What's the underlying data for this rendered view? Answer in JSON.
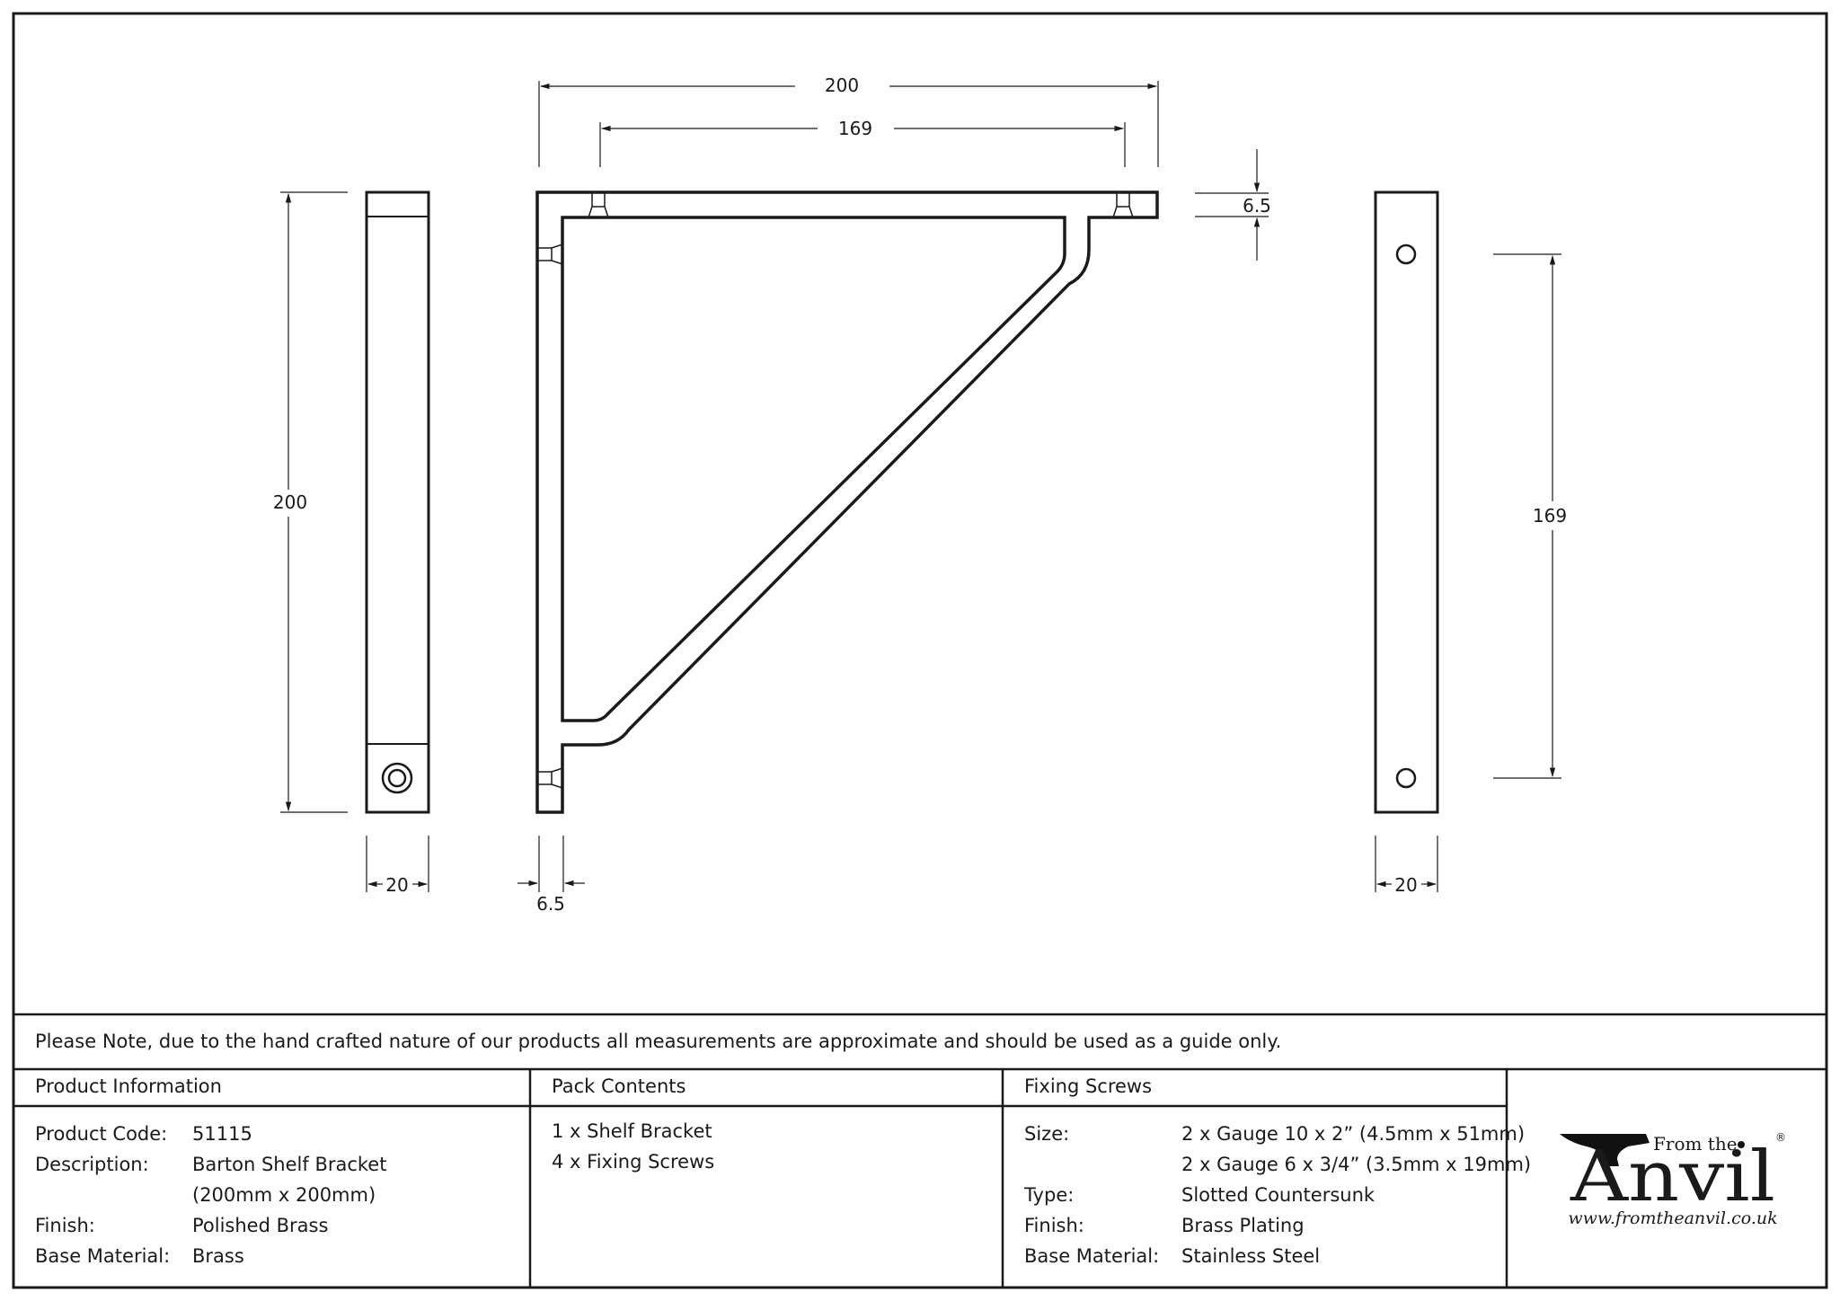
{
  "drawing": {
    "dimensions": {
      "front_width": "200",
      "front_hole_spacing": "169",
      "front_thickness": "6.5",
      "front_bottom_thickness": "6.5",
      "side_height": "200",
      "side_width": "20",
      "back_hole_spacing": "169",
      "back_width": "20"
    }
  },
  "note": "Please Note, due to the hand crafted nature of our products all measurements are approximate and should be used as a guide only.",
  "product_info": {
    "heading": "Product Information",
    "rows": [
      {
        "label": "Product Code:",
        "value": "51115"
      },
      {
        "label": "Description:",
        "value": "Barton Shelf Bracket"
      },
      {
        "label": "",
        "value": "(200mm x 200mm)"
      },
      {
        "label": "Finish:",
        "value": "Polished Brass"
      },
      {
        "label": "Base Material:",
        "value": "Brass"
      }
    ]
  },
  "pack_contents": {
    "heading": "Pack Contents",
    "items": [
      "1 x Shelf Bracket",
      "4 x Fixing Screws"
    ]
  },
  "fixing_screws": {
    "heading": "Fixing Screws",
    "rows": [
      {
        "label": "Size:",
        "value": "2 x Gauge 10 x 2” (4.5mm x 51mm)"
      },
      {
        "label": "",
        "value": "2 x Gauge 6 x 3/4” (3.5mm x 19mm)"
      },
      {
        "label": "Type:",
        "value": "Slotted Countersunk"
      },
      {
        "label": "Finish:",
        "value": "Brass Plating"
      },
      {
        "label": "Base Material:",
        "value": "Stainless Steel"
      }
    ]
  },
  "brand": {
    "from_the": "From the",
    "name": "Anvil",
    "registered": "®",
    "url": "www.fromtheanvil.co.uk"
  }
}
